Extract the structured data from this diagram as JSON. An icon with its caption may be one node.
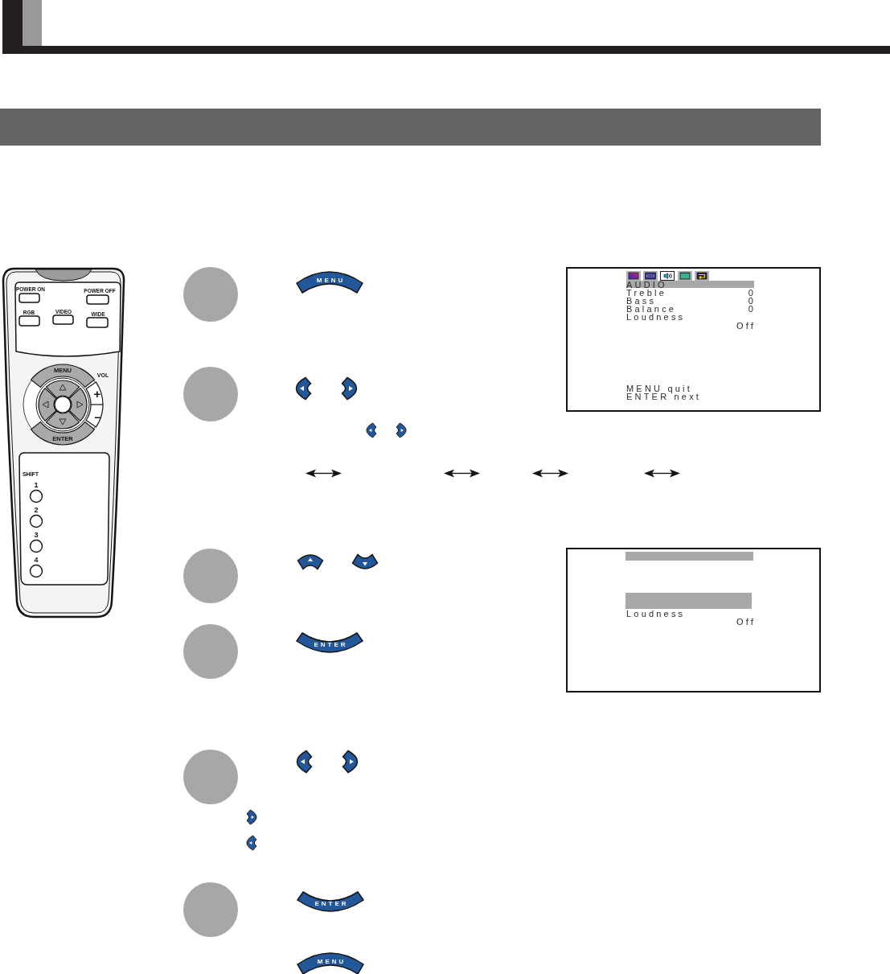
{
  "diagram": {
    "nodes": [
      {
        "text": [
          "MENU"
        ]
      },
      {
        "text": [
          "AUDIO",
          "Treble",
          "0",
          "Bass",
          "0",
          "Balance",
          "0",
          "Loudness",
          "Off",
          "MENU quit",
          "ENTER next"
        ]
      },
      {
        "text": [
          "Loudness",
          "Off"
        ]
      },
      {
        "text": [
          "ENTER"
        ]
      },
      {
        "text": [
          "ENTER"
        ]
      },
      {
        "text": [
          "MENU"
        ]
      }
    ],
    "labels": [
      "POWER ON",
      "POWER OFF",
      "RGB",
      "VIDEO",
      "WIDE",
      "MENU",
      "VOL",
      "+",
      "−",
      "ENTER",
      "SHIFT",
      "1",
      "2",
      "3",
      "4"
    ]
  }
}
